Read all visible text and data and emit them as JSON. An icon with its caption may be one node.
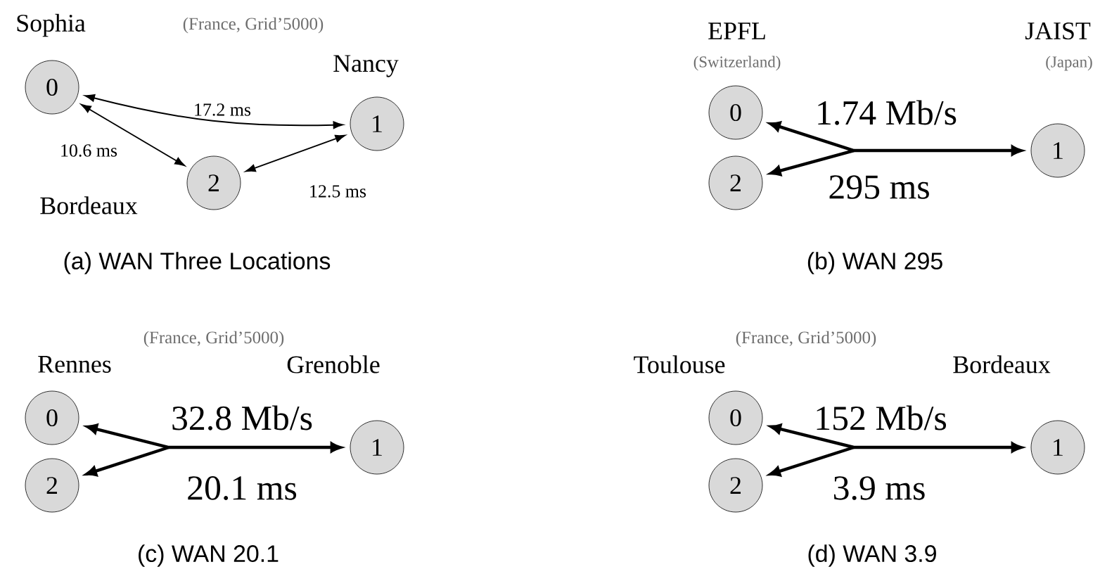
{
  "diagram": {
    "nodes": [
      {
        "text": [
          "0"
        ],
        "beside": [
          "Sophia"
        ]
      },
      {
        "text": [
          "1"
        ],
        "beside": [
          "Nancy"
        ]
      },
      {
        "text": [
          "2"
        ],
        "beside": [
          "Bordeaux"
        ]
      },
      {
        "text": [
          "0"
        ],
        "beside": [
          "EPFL",
          "(Switzerland)"
        ]
      },
      {
        "text": [
          "1"
        ],
        "beside": [
          "JAIST",
          "(Japan)"
        ]
      },
      {
        "text": [
          "2"
        ]
      },
      {
        "text": [
          "0"
        ],
        "beside": [
          "Rennes"
        ]
      },
      {
        "text": [
          "1"
        ],
        "beside": [
          "Grenoble"
        ]
      },
      {
        "text": [
          "2"
        ]
      },
      {
        "text": [
          "0"
        ],
        "beside": [
          "Toulouse"
        ]
      },
      {
        "text": [
          "1"
        ],
        "beside": [
          "Bordeaux"
        ]
      },
      {
        "text": [
          "2"
        ]
      }
    ],
    "edges": [
      {
        "from": 0,
        "to": 1,
        "arrow": "both",
        "label": "17.2 ms"
      },
      {
        "from": 0,
        "to": 2,
        "arrow": "both",
        "label": "10.6 ms"
      },
      {
        "from": 2,
        "to": 1,
        "arrow": "both",
        "label": "12.5 ms"
      },
      {
        "from": 3,
        "to": 4,
        "arrow": "both",
        "label": "1.74 Mb/s"
      },
      {
        "from": null,
        "to": 5,
        "arrow": "to"
      },
      {
        "from": 6,
        "to": 7,
        "arrow": "both",
        "label": "32.8 Mb/s"
      },
      {
        "from": null,
        "to": 8,
        "arrow": "to"
      },
      {
        "from": 9,
        "to": 10,
        "arrow": "both",
        "label": "152 Mb/s"
      },
      {
        "from": null,
        "to": 11,
        "arrow": "to"
      }
    ],
    "labels": [
      "(France, Grid’5000)",
      "(a) WAN Three Locations",
      "295 ms",
      "(b) WAN 295",
      "(France, Grid’5000)",
      "20.1 ms",
      "(c) WAN 20.1",
      "(France, Grid’5000)",
      "3.9 ms",
      "(d) WAN 3.9"
    ]
  }
}
